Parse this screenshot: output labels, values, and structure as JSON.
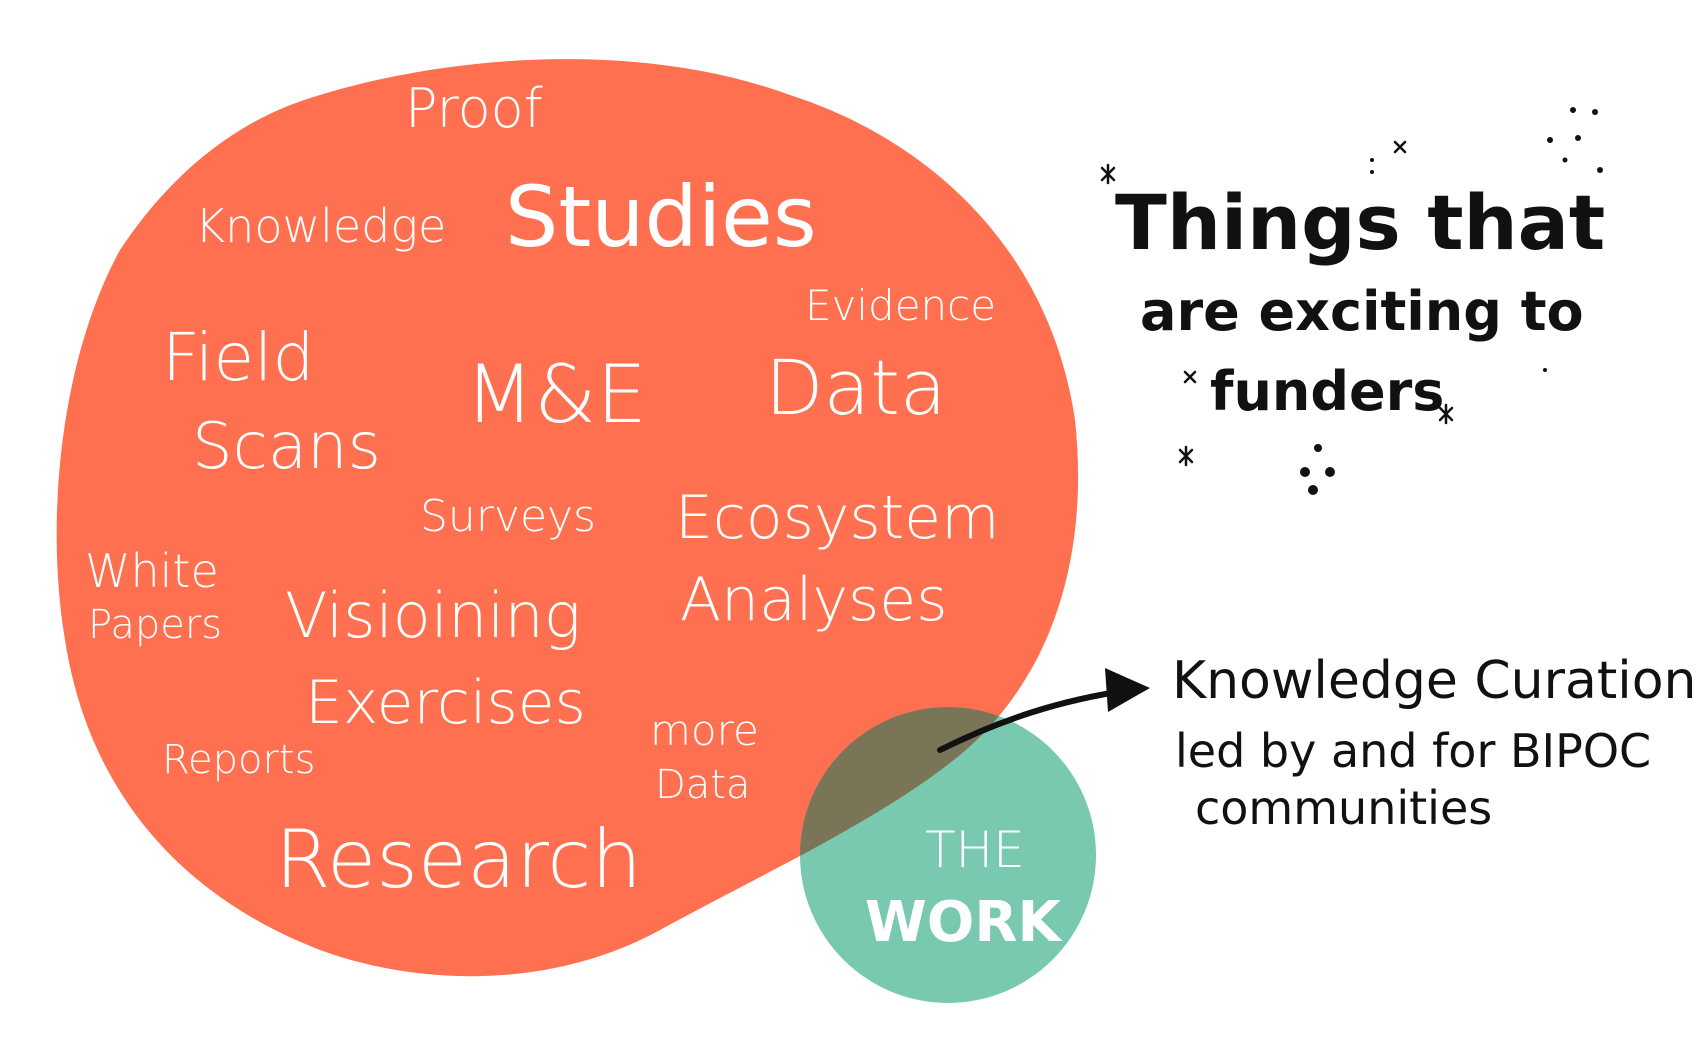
{
  "colors": {
    "red_blob": "#ff7050",
    "green_circle": "#78c9af",
    "overlap": "#7a7556",
    "ink": "#111111",
    "label": "#ffffff"
  },
  "words": {
    "proof": "Proof",
    "knowledge": "Knowledge",
    "studies": "Studies",
    "evidence": "Evidence",
    "field": "Field",
    "scans": "Scans",
    "me": "M&E",
    "data": "Data",
    "surveys": "Surveys",
    "ecosystem": "Ecosystem",
    "analyses": "Analyses",
    "white": "White",
    "papers": "Papers",
    "visioning": "Visioining",
    "exercises": "Exercises",
    "more": "more",
    "more_data": "Data",
    "reports": "Reports",
    "research": "Research"
  },
  "work": {
    "line1": "THE",
    "line2": "WORK"
  },
  "heading": {
    "line1": "Things that",
    "line2": "are exciting to",
    "line3": "funders"
  },
  "callout": {
    "line1": "Knowledge Curation",
    "line2": "led by and for BIPOC",
    "line3": "communities"
  }
}
